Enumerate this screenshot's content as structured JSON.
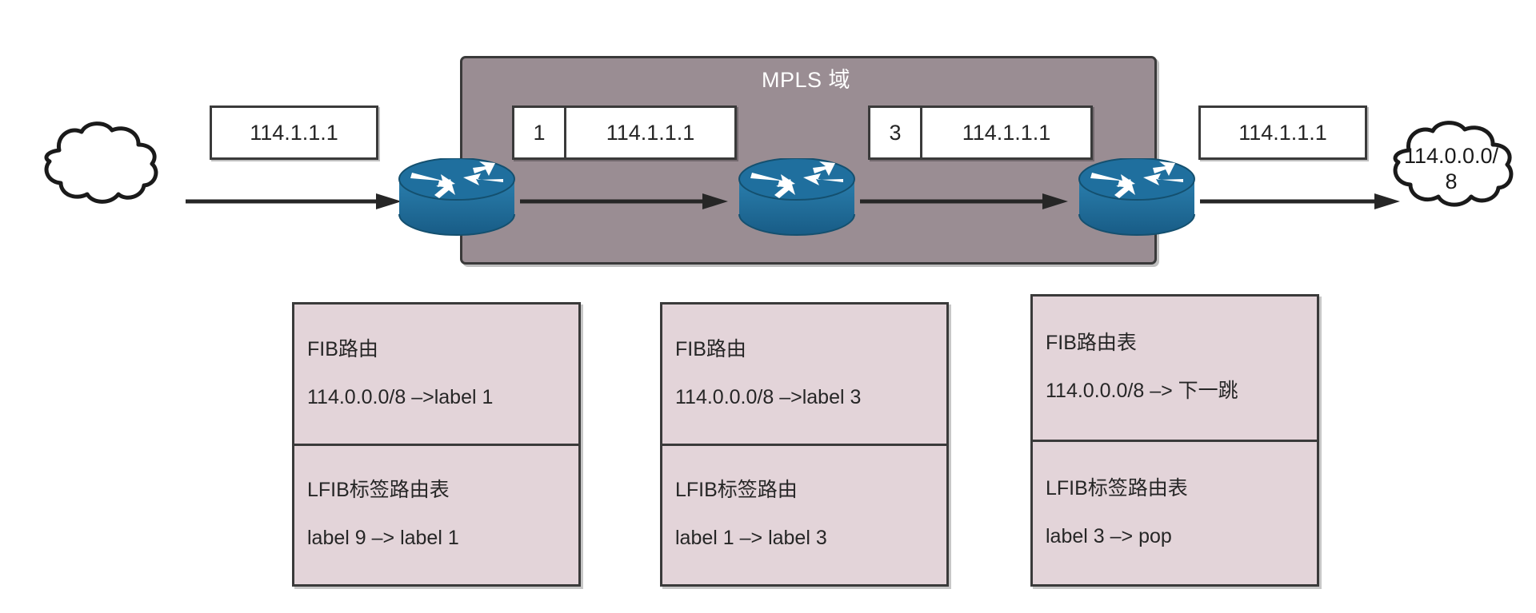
{
  "diagram": {
    "title": "MPLS 域",
    "domain_box": {
      "label": "MPLS 域",
      "fill": "#9a8d93",
      "stroke": "#3a3a3a"
    },
    "colors": {
      "domain_fill": "#9a8d93",
      "router_blue": "#1f6f9e",
      "router_blue_dark": "#165a82",
      "table_fill": "#e3d4d9",
      "stroke": "#3a3a3a",
      "packet_fill": "#ffffff",
      "text": "#262626"
    },
    "clouds": [
      {
        "name": "source-network",
        "lines": []
      },
      {
        "name": "destination-network",
        "lines": [
          "114.0.0.0/",
          "8"
        ]
      }
    ],
    "packets": [
      {
        "name": "packet-ingress",
        "label": "",
        "ip": "114.1.1.1",
        "has_label": false
      },
      {
        "name": "packet-label-1",
        "label": "1",
        "ip": "114.1.1.1",
        "has_label": true
      },
      {
        "name": "packet-label-3",
        "label": "3",
        "ip": "114.1.1.1",
        "has_label": true
      },
      {
        "name": "packet-egress",
        "label": "",
        "ip": "114.1.1.1",
        "has_label": false
      }
    ],
    "routers": [
      {
        "name": "router-ingress-lsr"
      },
      {
        "name": "router-transit-lsr"
      },
      {
        "name": "router-egress-lsr"
      }
    ],
    "tables": [
      {
        "name": "router1-forwarding-tables",
        "fib": {
          "header": "FIB路由",
          "entry": "114.0.0.0/8 –>label 1"
        },
        "lfib": {
          "header": "LFIB标签路由表",
          "entry": "label 9 –> label 1"
        }
      },
      {
        "name": "router2-forwarding-tables",
        "fib": {
          "header": "FIB路由",
          "entry": "114.0.0.0/8 –>label 3"
        },
        "lfib": {
          "header": "LFIB标签路由",
          "entry": "label 1 –> label 3"
        }
      },
      {
        "name": "router3-forwarding-tables",
        "fib": {
          "header": "FIB路由表",
          "entry": "114.0.0.0/8 –> 下一跳"
        },
        "lfib": {
          "header": "LFIB标签路由表",
          "entry": "label 3 –> pop"
        }
      }
    ]
  }
}
